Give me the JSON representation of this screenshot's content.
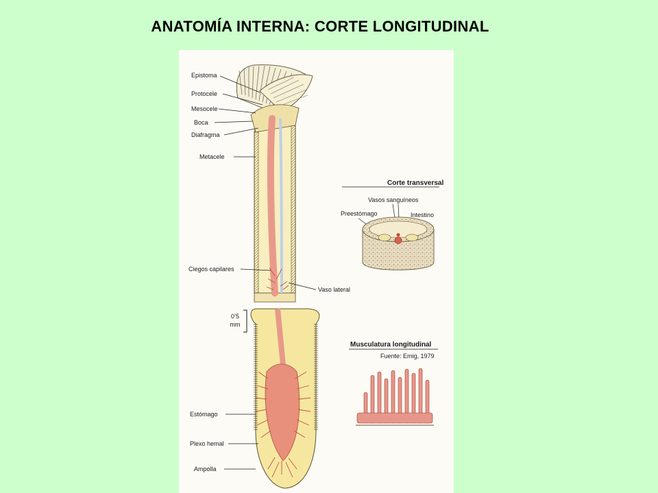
{
  "title": "ANATOMÍA INTERNA: CORTE LONGITUDINAL",
  "labels": {
    "epistoma": "Epistoma",
    "protocele": "Protocele",
    "mesocele": "Mesocele",
    "boca": "Boca",
    "diafragma": "Diafragma",
    "metacele": "Metacele",
    "ciegos_capilares": "Ciegos capilares",
    "vaso_lateral": "Vaso lateral",
    "scale_value": "0’5",
    "scale_unit": "mm",
    "estomago": "Estómago",
    "plexo_hemal": "Plexo hemal",
    "ampolla": "Ampolla"
  },
  "cross_section": {
    "heading": "Corte transversal",
    "vasos": "Vasos sanguíneos",
    "preestomago": "Preestómago",
    "intestino": "Intestino"
  },
  "musculature": {
    "heading": "Musculatura longitudinal",
    "source": "Fuente: Emig, 1979"
  },
  "colors": {
    "slide_background": "#ccffcc",
    "panel_background": "#fdfbf6",
    "body_fill": "#f6e7a0",
    "gut_pink": "#e89a8a",
    "vessel_red": "#d9604f"
  }
}
